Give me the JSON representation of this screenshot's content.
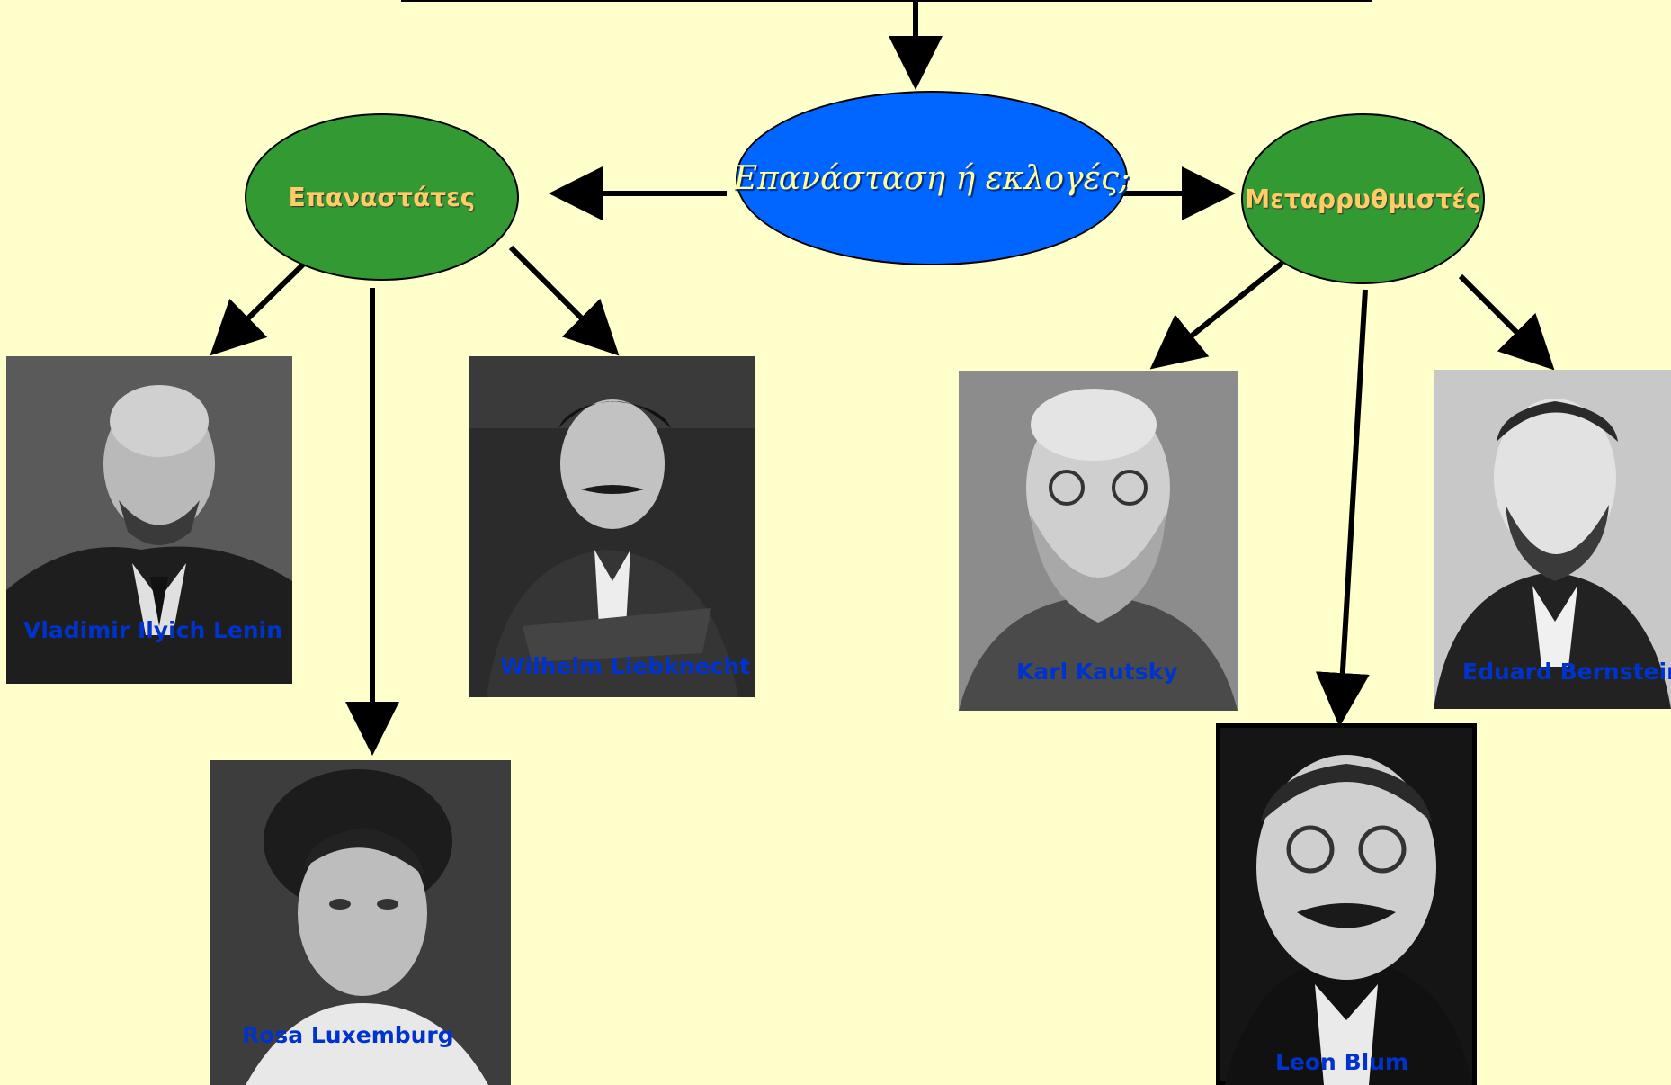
{
  "center": {
    "label": "Επανάσταση ή εκλογές;"
  },
  "left_group": {
    "label": "Επαναστάτες"
  },
  "right_group": {
    "label": "Μεταρρυθμιστές"
  },
  "people": {
    "lenin": "Vladimir Ilyich Lenin",
    "liebknecht": "Wilhelm Liebknecht",
    "luxemburg": "Rosa Luxemburg",
    "kautsky": "Karl Kautsky",
    "bernstein": "Eduard Bernstein",
    "blum": "Leon Blum"
  },
  "colors": {
    "background": "#ffffcc",
    "group_oval": "#339933",
    "center_oval": "#0066ff",
    "group_text": "#ffcc66",
    "center_text": "#ffff99",
    "name_text": "#0033cc"
  }
}
